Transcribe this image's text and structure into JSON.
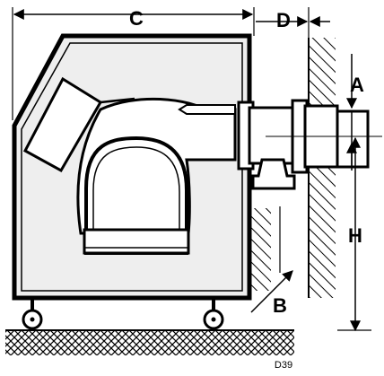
{
  "diagram": {
    "dimension_labels": {
      "c": "C",
      "d": "D",
      "a": "A",
      "h": "H",
      "b": "B"
    },
    "drawing_code": "D39",
    "colors": {
      "ink": "#000000",
      "paper": "#ffffff",
      "burner_fill": "#eeeeee"
    }
  }
}
